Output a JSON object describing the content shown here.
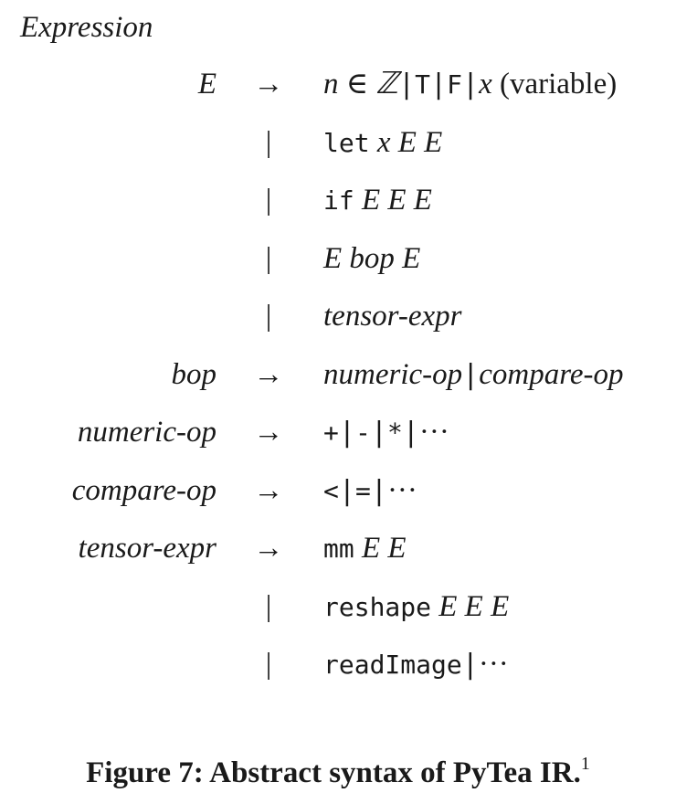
{
  "section_heading": "Expression",
  "rules": [
    {
      "lhs": "E",
      "symbol": "→",
      "rhs": [
        {
          "text": "n ∈ ℤ",
          "style": "ital"
        },
        {
          "text": "|",
          "style": "sep"
        },
        {
          "text": "T",
          "style": "mono"
        },
        {
          "text": "|",
          "style": "sep"
        },
        {
          "text": "F",
          "style": "mono"
        },
        {
          "text": "|",
          "style": "sep"
        },
        {
          "text": "x",
          "style": "ital"
        },
        {
          "text": " (variable)",
          "style": "rom"
        }
      ]
    },
    {
      "lhs": "",
      "symbol": "|",
      "rhs": [
        {
          "text": "let",
          "style": "mono"
        },
        {
          "text": " x E E",
          "style": "ital"
        }
      ]
    },
    {
      "lhs": "",
      "symbol": "|",
      "rhs": [
        {
          "text": "if",
          "style": "mono"
        },
        {
          "text": " E E E",
          "style": "ital"
        }
      ]
    },
    {
      "lhs": "",
      "symbol": "|",
      "rhs": [
        {
          "text": "E bop E",
          "style": "ital"
        }
      ]
    },
    {
      "lhs": "",
      "symbol": "|",
      "rhs": [
        {
          "text": "tensor-expr",
          "style": "ital"
        }
      ]
    },
    {
      "lhs": "bop",
      "symbol": "→",
      "rhs": [
        {
          "text": "numeric-op",
          "style": "ital"
        },
        {
          "text": "|",
          "style": "sep"
        },
        {
          "text": "compare-op",
          "style": "ital"
        }
      ]
    },
    {
      "lhs": "numeric-op",
      "symbol": "→",
      "rhs": [
        {
          "text": "+",
          "style": "mono"
        },
        {
          "text": "|",
          "style": "sep"
        },
        {
          "text": "-",
          "style": "mono"
        },
        {
          "text": "|",
          "style": "sep"
        },
        {
          "text": "*",
          "style": "mono"
        },
        {
          "text": "|",
          "style": "sep"
        },
        {
          "text": "···",
          "style": "rom"
        }
      ]
    },
    {
      "lhs": "compare-op",
      "symbol": "→",
      "rhs": [
        {
          "text": "<",
          "style": "mono"
        },
        {
          "text": "|",
          "style": "sep"
        },
        {
          "text": "=",
          "style": "mono"
        },
        {
          "text": "|",
          "style": "sep"
        },
        {
          "text": "···",
          "style": "rom"
        }
      ]
    },
    {
      "lhs": "tensor-expr",
      "symbol": "→",
      "rhs": [
        {
          "text": "mm",
          "style": "mono"
        },
        {
          "text": " E E",
          "style": "ital"
        }
      ]
    },
    {
      "lhs": "",
      "symbol": "|",
      "rhs": [
        {
          "text": "reshape",
          "style": "mono"
        },
        {
          "text": " E E E",
          "style": "ital"
        }
      ]
    },
    {
      "lhs": "",
      "symbol": "|",
      "rhs": [
        {
          "text": "readImage",
          "style": "mono"
        },
        {
          "text": "|",
          "style": "sep"
        },
        {
          "text": "···",
          "style": "rom"
        }
      ]
    }
  ],
  "caption": {
    "text": "Figure 7: Abstract syntax of PyTea IR.",
    "footnote_mark": "1"
  }
}
